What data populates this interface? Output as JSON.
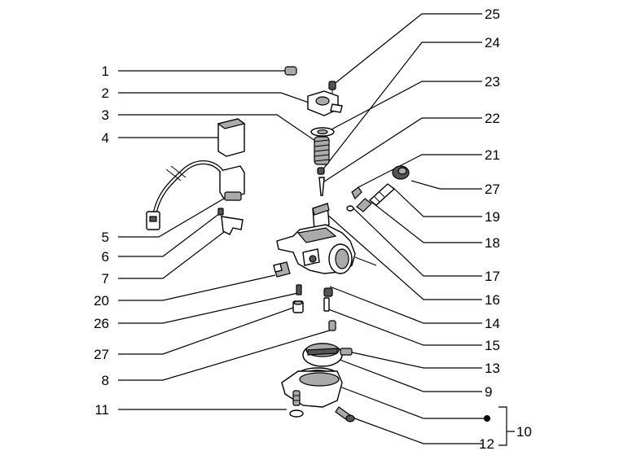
{
  "callouts_left": [
    {
      "id": "c1",
      "text": "1"
    },
    {
      "id": "c2",
      "text": "2"
    },
    {
      "id": "c3",
      "text": "3"
    },
    {
      "id": "c4",
      "text": "4"
    },
    {
      "id": "c5",
      "text": "5"
    },
    {
      "id": "c6",
      "text": "6"
    },
    {
      "id": "c7",
      "text": "7"
    },
    {
      "id": "c20",
      "text": "20"
    },
    {
      "id": "c26",
      "text": "26"
    },
    {
      "id": "c27b",
      "text": "27"
    },
    {
      "id": "c8",
      "text": "8"
    },
    {
      "id": "c11",
      "text": "11"
    }
  ],
  "callouts_right": [
    {
      "id": "c25",
      "text": "25"
    },
    {
      "id": "c24",
      "text": "24"
    },
    {
      "id": "c23",
      "text": "23"
    },
    {
      "id": "c22",
      "text": "22"
    },
    {
      "id": "c21",
      "text": "21"
    },
    {
      "id": "c27a",
      "text": "27"
    },
    {
      "id": "c19",
      "text": "19"
    },
    {
      "id": "c18",
      "text": "18"
    },
    {
      "id": "c17",
      "text": "17"
    },
    {
      "id": "c16",
      "text": "16"
    },
    {
      "id": "c14",
      "text": "14"
    },
    {
      "id": "c15",
      "text": "15"
    },
    {
      "id": "c13",
      "text": "13"
    },
    {
      "id": "c9",
      "text": "9"
    },
    {
      "id": "c12",
      "text": "12"
    },
    {
      "id": "c10",
      "text": "10"
    }
  ]
}
